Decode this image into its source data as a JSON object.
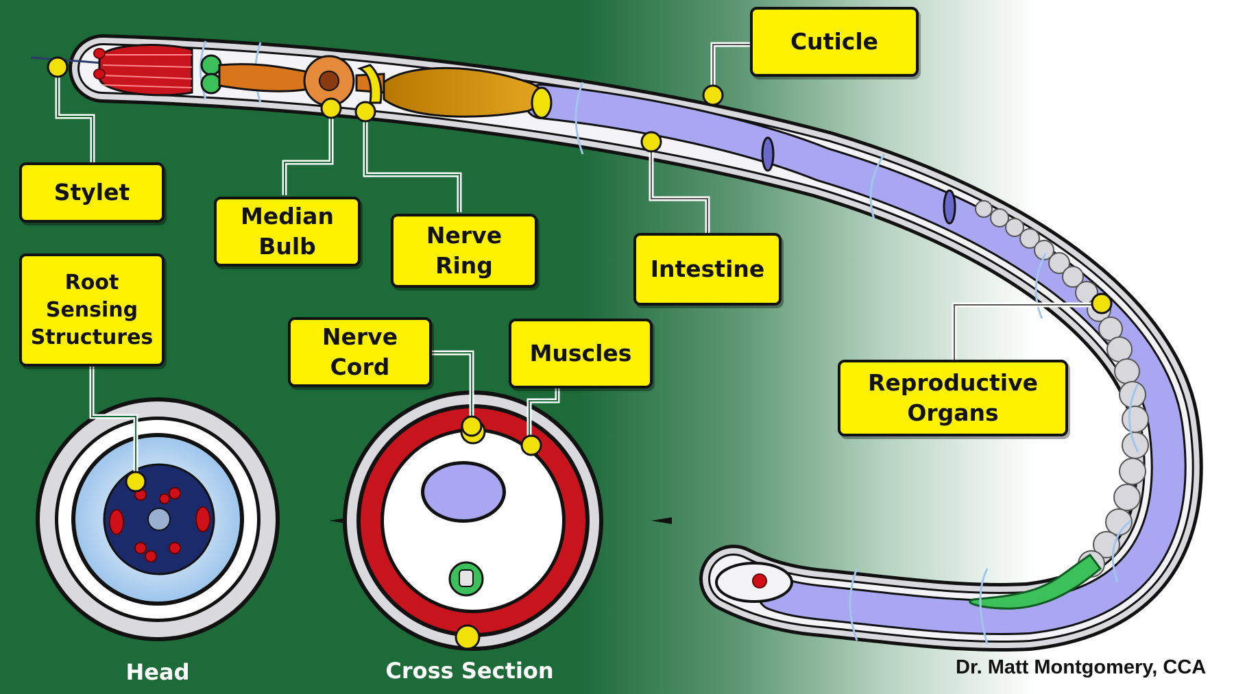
{
  "labels": {
    "stylet": "Stylet",
    "median_bulb": "Median\nBulb",
    "nerve_ring": "Nerve\nRing",
    "intestine": "Intestine",
    "cuticle": "Cuticle",
    "root_sensing": "Root\nSensing\nStructures",
    "nerve_cord": "Nerve\nCord",
    "muscles": "Muscles",
    "reproductive": "Reproductive\nOrgans"
  },
  "captions": {
    "head": "Head",
    "cross_section": "Cross Section"
  },
  "credit": "Dr. Matt Montgomery, CCA",
  "colors": {
    "background_green": "#1e6b3a",
    "callout_yellow": "#fff200",
    "intestine_lavender": "#a9a6f2",
    "muscle_red": "#c8141c",
    "bulb_orange": "#d9761c",
    "gonad_green": "#3cc15a"
  }
}
